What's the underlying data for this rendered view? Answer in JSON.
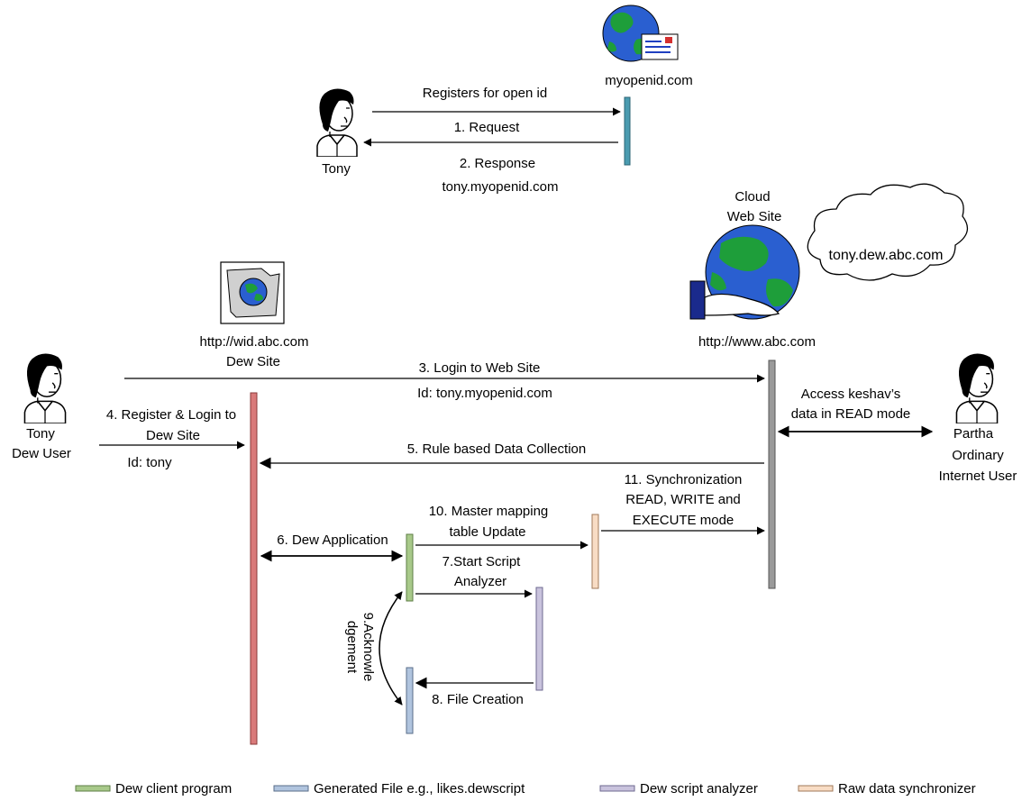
{
  "actors": {
    "tony_top": "Tony",
    "tony_main": [
      "Tony",
      "Dew User"
    ],
    "partha": [
      "Partha",
      "Ordinary",
      "Internet User"
    ]
  },
  "sites": {
    "myopenid": "myopenid.com",
    "cloud": [
      "Cloud",
      "Web Site"
    ],
    "cloud_bubble": "tony.dew.abc.com",
    "wid": [
      "http://wid.abc.com",
      "Dew Site"
    ],
    "www": "http://www.abc.com"
  },
  "messages": {
    "registers": "Registers for open id",
    "request": "1. Request",
    "response": [
      "2. Response",
      "tony.myopenid.com"
    ],
    "login": [
      "3. Login to Web Site",
      "Id: tony.myopenid.com"
    ],
    "register_login": [
      "4. Register & Login to",
      "Dew Site"
    ],
    "register_id": "Id: tony",
    "rule_based": "5. Rule based Data Collection",
    "dew_app": "6. Dew Application",
    "start_script": [
      "7.Start Script",
      "Analyzer"
    ],
    "file_creation": "8. File Creation",
    "ack": [
      "9.Acknowle",
      "dgement"
    ],
    "master_mapping": [
      "10. Master mapping",
      "table Update"
    ],
    "sync": [
      "11. Synchronization",
      "READ, WRITE and",
      "EXECUTE mode"
    ],
    "access": [
      "Access keshav’s",
      "data in READ mode"
    ]
  },
  "legend": [
    {
      "label": "Dew client program",
      "color": "#a8c98a"
    },
    {
      "label": "Generated File e.g., likes.dewscript",
      "color": "#b0c4de"
    },
    {
      "label": "Dew script analyzer",
      "color": "#c9c3dd"
    },
    {
      "label": "Raw data synchronizer",
      "color": "#f8dcc4"
    }
  ],
  "colors": {
    "myopenid_bar": "#4a9bb0",
    "dew_site_bar": "#d97a7a",
    "www_bar": "#9a9a9a"
  },
  "icons": [
    "user-icon",
    "globe-envelope-icon",
    "globe-hand-icon",
    "cloud-icon",
    "map-globe-icon"
  ]
}
